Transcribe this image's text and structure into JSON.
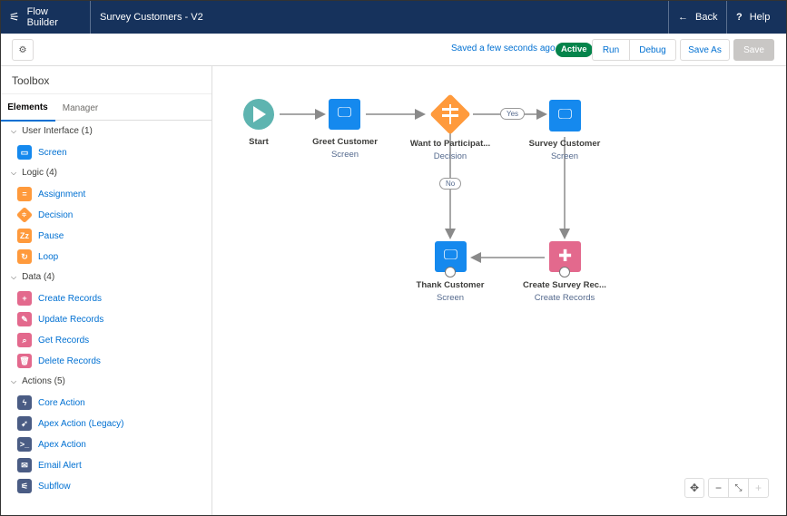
{
  "header": {
    "app": "Flow Builder",
    "flow_title": "Survey Customers - V2",
    "back": "Back",
    "help": "Help"
  },
  "toolbar": {
    "status": "Saved a few seconds ago",
    "badge": "Active",
    "run": "Run",
    "debug": "Debug",
    "save_as": "Save As",
    "save": "Save"
  },
  "toolbox": {
    "title": "Toolbox",
    "tabs": [
      "Elements",
      "Manager"
    ],
    "sections": [
      {
        "label": "User Interface (1)",
        "items": [
          {
            "label": "Screen",
            "icon": "screen-icon",
            "color": "#1589ee"
          }
        ]
      },
      {
        "label": "Logic (4)",
        "items": [
          {
            "label": "Assignment",
            "icon": "assignment-icon",
            "color": "#ff9a3c"
          },
          {
            "label": "Decision",
            "icon": "decision-icon",
            "color": "#ff9a3c"
          },
          {
            "label": "Pause",
            "icon": "pause-icon",
            "color": "#ff9a3c"
          },
          {
            "label": "Loop",
            "icon": "loop-icon",
            "color": "#ff9a3c"
          }
        ]
      },
      {
        "label": "Data (4)",
        "items": [
          {
            "label": "Create Records",
            "icon": "create-records-icon",
            "color": "#e3698d"
          },
          {
            "label": "Update Records",
            "icon": "update-records-icon",
            "color": "#e3698d"
          },
          {
            "label": "Get Records",
            "icon": "get-records-icon",
            "color": "#e3698d"
          },
          {
            "label": "Delete Records",
            "icon": "delete-records-icon",
            "color": "#e3698d"
          }
        ]
      },
      {
        "label": "Actions (5)",
        "items": [
          {
            "label": "Core Action",
            "icon": "bolt-icon",
            "color": "#4a5c84"
          },
          {
            "label": "Apex Action (Legacy)",
            "icon": "apex-legacy-icon",
            "color": "#4a5c84"
          },
          {
            "label": "Apex Action",
            "icon": "apex-icon",
            "color": "#4a5c84"
          },
          {
            "label": "Email Alert",
            "icon": "email-icon",
            "color": "#4a5c84"
          },
          {
            "label": "Subflow",
            "icon": "subflow-icon",
            "color": "#4a5c84"
          }
        ]
      }
    ]
  },
  "canvas": {
    "nodes": {
      "start": {
        "label": "Start"
      },
      "greet": {
        "label": "Greet Customer",
        "type": "Screen"
      },
      "decision": {
        "label": "Want to Participat...",
        "type": "Decision"
      },
      "survey": {
        "label": "Survey Customer",
        "type": "Screen"
      },
      "thank": {
        "label": "Thank Customer",
        "type": "Screen"
      },
      "create": {
        "label": "Create Survey Rec...",
        "type": "Create Records"
      }
    },
    "connectors": {
      "yes": "Yes",
      "no": "No"
    }
  },
  "colors": {
    "header": "#16325c",
    "start": "#5eb4b0",
    "screen": "#1589ee",
    "decision": "#ff9a3c",
    "records": "#e3698d",
    "action": "#4a5c84",
    "active": "#04844b"
  }
}
